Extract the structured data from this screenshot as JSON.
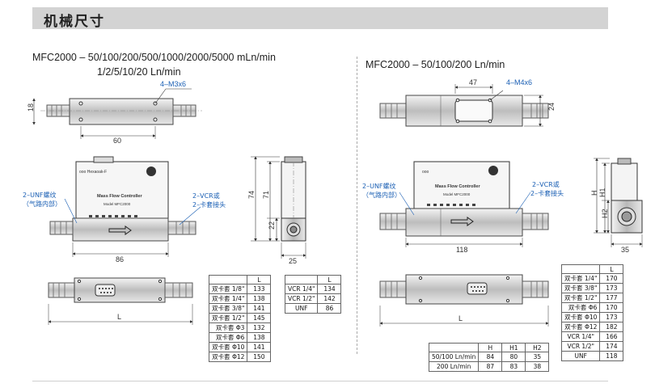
{
  "header": {
    "title": "机械尺寸"
  },
  "left": {
    "title1": "MFC2000 – 50/100/200/500/1000/2000/5000 mLn/min",
    "title2": "1/2/5/10/20 Ln/min",
    "dims": {
      "d18": "18",
      "d60": "60",
      "d86": "86",
      "d25": "25",
      "d22": "22",
      "d71": "71",
      "d74": "74",
      "dL": "L",
      "m3": "4–M3x6"
    },
    "notes": {
      "unf1": "2–UNF螺纹",
      "unf2": "（气路内部）",
      "vcr1": "2–VCR或",
      "vcr2": "2–卡套接头"
    },
    "device": {
      "brand": "ooo Hexaoak-F",
      "label": "Mass Flow Controller",
      "model": "Model MFC2000"
    },
    "table1": {
      "header": "L",
      "rows": [
        {
          "label": "双卡套 1/8\"",
          "value": "133"
        },
        {
          "label": "双卡套 1/4\"",
          "value": "138"
        },
        {
          "label": "双卡套 3/8\"",
          "value": "141"
        },
        {
          "label": "双卡套 1/2\"",
          "value": "145"
        },
        {
          "label": "双卡套 Φ3",
          "value": "132"
        },
        {
          "label": "双卡套 Φ6",
          "value": "138"
        },
        {
          "label": "双卡套 Φ10",
          "value": "141"
        },
        {
          "label": "双卡套 Φ12",
          "value": "150"
        }
      ]
    },
    "table2": {
      "header": "L",
      "rows": [
        {
          "label": "VCR 1/4\"",
          "value": "134"
        },
        {
          "label": "VCR 1/2\"",
          "value": "142"
        },
        {
          "label": "UNF",
          "value": "86"
        }
      ]
    }
  },
  "right": {
    "title": "MFC2000 – 50/100/200 Ln/min",
    "dims": {
      "d47": "47",
      "d24": "24",
      "d118": "118",
      "d35": "35",
      "dH": "H",
      "dH1": "H1",
      "dH2": "H2",
      "dL": "L",
      "m4": "4–M4x6"
    },
    "notes": {
      "unf1": "2–UNF螺纹",
      "unf2": "（气路内部）",
      "vcr1": "2–VCR或",
      "vcr2": "2–卡套接头"
    },
    "device": {
      "brand": "ooo",
      "label": "Mass Flow Controller",
      "model": "Model MFC2000"
    },
    "table3": {
      "headers": [
        "H",
        "H1",
        "H2"
      ],
      "rows": [
        {
          "label": "50/100 Ln/min",
          "values": [
            "84",
            "80",
            "35"
          ]
        },
        {
          "label": "200 Ln/min",
          "values": [
            "87",
            "83",
            "38"
          ]
        }
      ]
    },
    "table4": {
      "header": "L",
      "rows": [
        {
          "label": "双卡套 1/4\"",
          "value": "170"
        },
        {
          "label": "双卡套 3/8\"",
          "value": "173"
        },
        {
          "label": "双卡套 1/2\"",
          "value": "177"
        },
        {
          "label": "双卡套 Φ6",
          "value": "170"
        },
        {
          "label": "双卡套 Φ10",
          "value": "173"
        },
        {
          "label": "双卡套 Φ12",
          "value": "182"
        },
        {
          "label": "VCR 1/4\"",
          "value": "166"
        },
        {
          "label": "VCR 1/2\"",
          "value": "174"
        },
        {
          "label": "UNF",
          "value": "118"
        }
      ]
    }
  }
}
